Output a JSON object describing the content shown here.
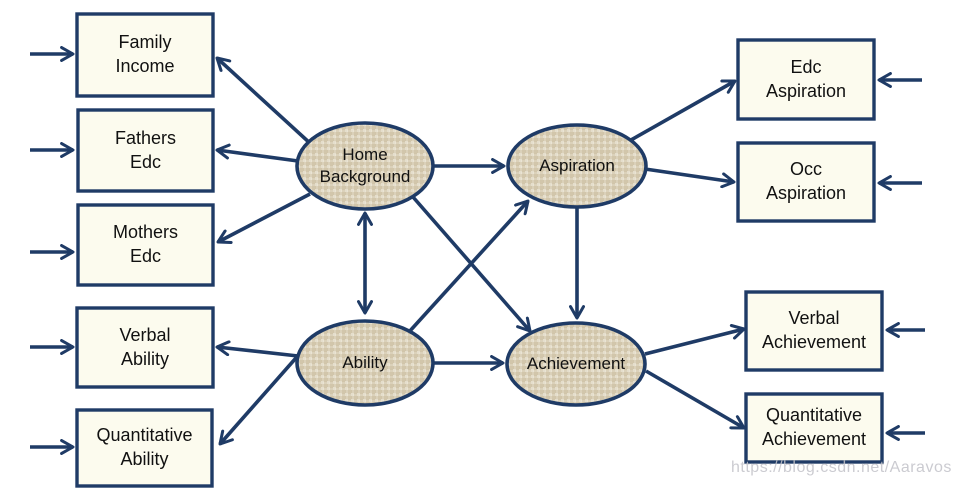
{
  "diagram_type": "structural-equation-model-path-diagram",
  "nodes": {
    "observed": [
      {
        "id": "family-income",
        "label": "Family\nIncome"
      },
      {
        "id": "fathers-edc",
        "label": "Fathers\nEdc"
      },
      {
        "id": "mothers-edc",
        "label": "Mothers\nEdc"
      },
      {
        "id": "verbal-ability",
        "label": "Verbal\nAbility"
      },
      {
        "id": "quantitative-ability",
        "label": "Quantitative\nAbility"
      },
      {
        "id": "edc-aspiration",
        "label": "Edc\nAspiration"
      },
      {
        "id": "occ-aspiration",
        "label": "Occ\nAspiration"
      },
      {
        "id": "verbal-achievement",
        "label": "Verbal\nAchievement"
      },
      {
        "id": "quantitative-achievement",
        "label": "Quantitative\nAchievement"
      }
    ],
    "latent": [
      {
        "id": "home-background",
        "label": "Home\nBackground"
      },
      {
        "id": "aspiration",
        "label": "Aspiration"
      },
      {
        "id": "ability",
        "label": "Ability"
      },
      {
        "id": "achievement",
        "label": "Achievement"
      }
    ]
  },
  "edges": {
    "structural": [
      {
        "from": "Home Background",
        "to": "Aspiration",
        "type": "directed"
      },
      {
        "from": "Home Background",
        "to": "Ability",
        "type": "bidirectional"
      },
      {
        "from": "Home Background",
        "to": "Achievement",
        "type": "directed"
      },
      {
        "from": "Ability",
        "to": "Aspiration",
        "type": "directed"
      },
      {
        "from": "Ability",
        "to": "Achievement",
        "type": "directed"
      },
      {
        "from": "Aspiration",
        "to": "Achievement",
        "type": "directed"
      }
    ],
    "loadings": [
      {
        "from": "Home Background",
        "to": "Family Income"
      },
      {
        "from": "Home Background",
        "to": "Fathers Edc"
      },
      {
        "from": "Home Background",
        "to": "Mothers Edc"
      },
      {
        "from": "Ability",
        "to": "Verbal Ability"
      },
      {
        "from": "Ability",
        "to": "Quantitative Ability"
      },
      {
        "from": "Aspiration",
        "to": "Edc Aspiration"
      },
      {
        "from": "Aspiration",
        "to": "Occ Aspiration"
      },
      {
        "from": "Achievement",
        "to": "Verbal Achievement"
      },
      {
        "from": "Achievement",
        "to": "Quantitative Achievement"
      }
    ],
    "error_arrows_into": [
      "Family Income",
      "Fathers Edc",
      "Mothers Edc",
      "Verbal Ability",
      "Quantitative Ability",
      "Edc Aspiration",
      "Occ Aspiration",
      "Verbal Achievement",
      "Quantitative Achievement"
    ]
  },
  "watermark": {
    "text": "https://blog.csdn.net/Aaravos"
  },
  "colors": {
    "stroke": "#1F3B66",
    "boxFill": "#FCFBEE",
    "ellipseFill": "#DBD1BA",
    "textColor": "#111111",
    "watermarkColor": "#C3C3C9",
    "background": "#FFFFFF"
  }
}
